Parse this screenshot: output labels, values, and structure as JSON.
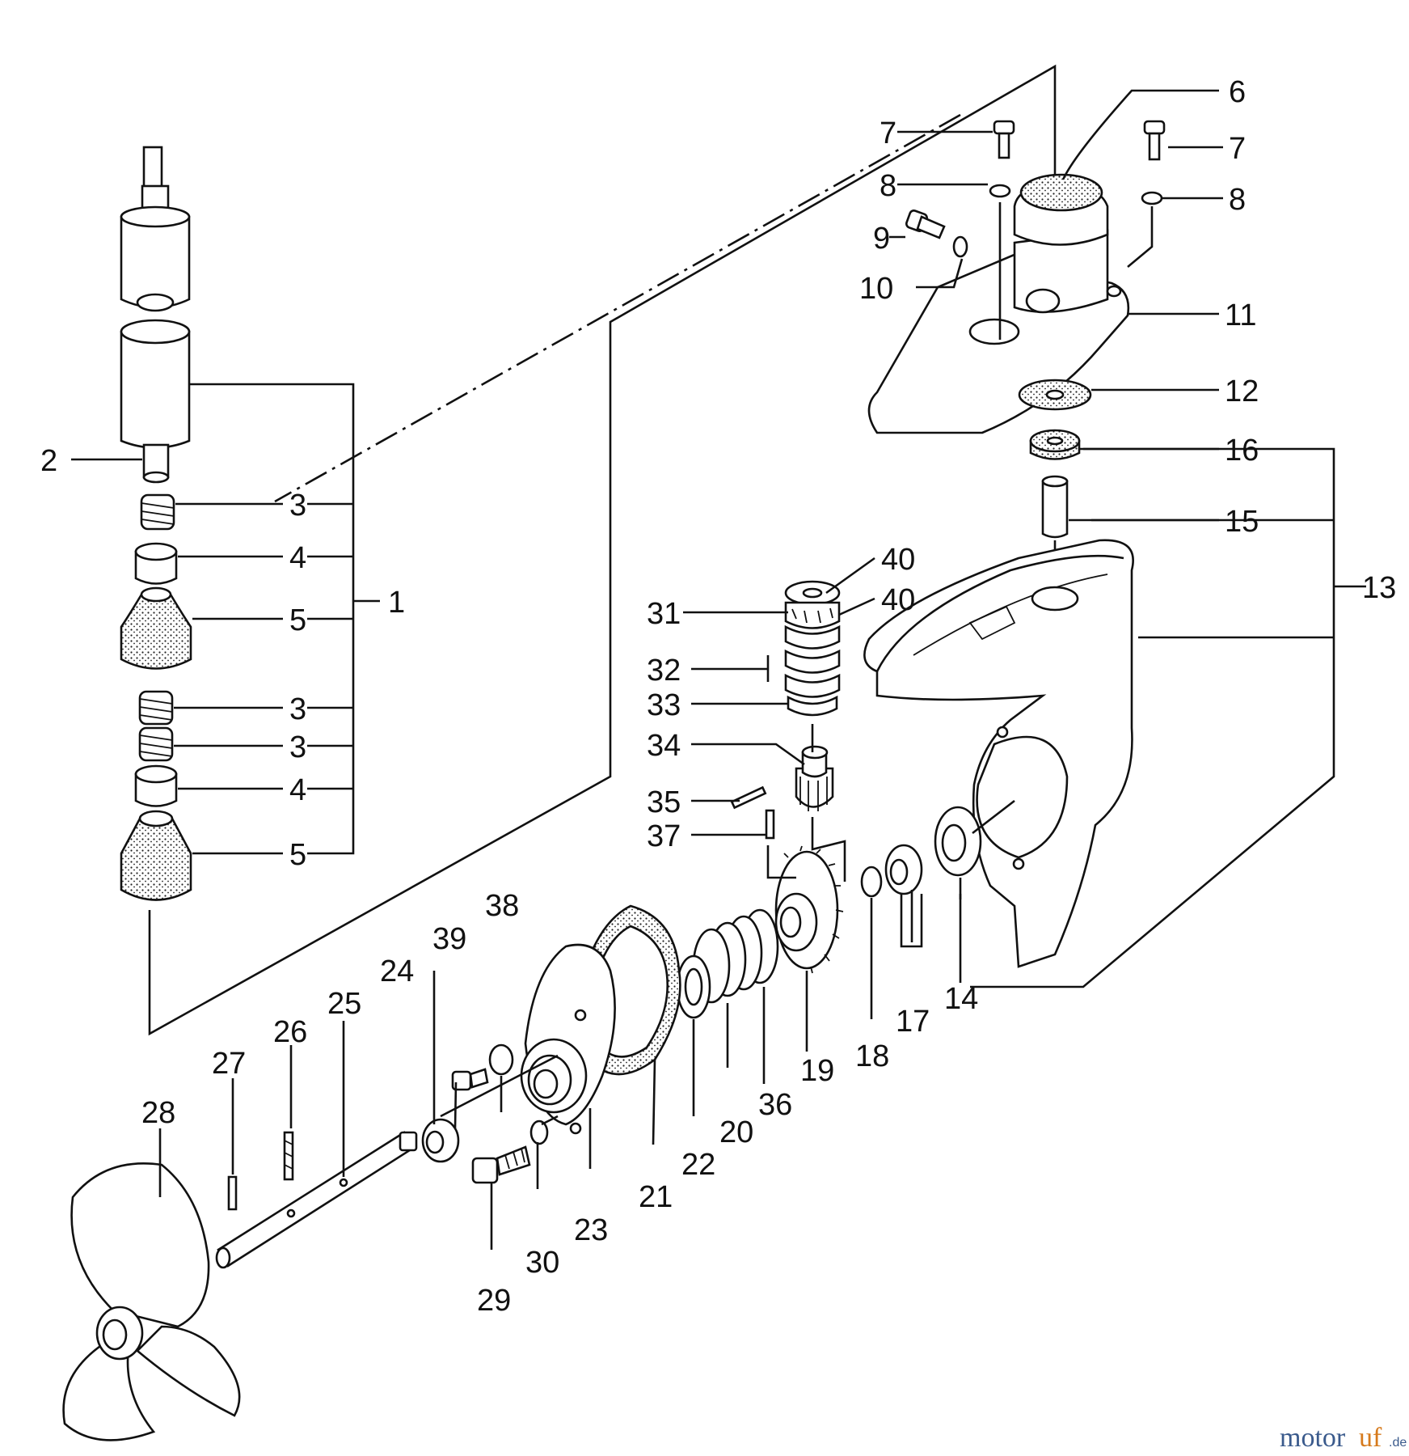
{
  "callouts": {
    "c1": "1",
    "c2": "2",
    "c3a": "3",
    "c3b": "3",
    "c3c": "3",
    "c4a": "4",
    "c4b": "4",
    "c5a": "5",
    "c5b": "5",
    "c6": "6",
    "c7a": "7",
    "c7b": "7",
    "c8a": "8",
    "c8b": "8",
    "c9": "9",
    "c10": "10",
    "c11": "11",
    "c12": "12",
    "c13": "13",
    "c14": "14",
    "c15": "15",
    "c16": "16",
    "c17": "17",
    "c18": "18",
    "c19": "19",
    "c20": "20",
    "c21": "21",
    "c22": "22",
    "c23": "23",
    "c24": "24",
    "c25": "25",
    "c26": "26",
    "c27": "27",
    "c28": "28",
    "c29": "29",
    "c30": "30",
    "c31": "31",
    "c32": "32",
    "c33": "33",
    "c34": "34",
    "c35": "35",
    "c36": "36",
    "c37": "37",
    "c38": "38",
    "c39": "39",
    "c40a": "40",
    "c40b": "40"
  },
  "watermark": {
    "brand": "motoruf",
    "brand_a": "motor",
    "brand_b": "uf",
    "tld": ".de"
  }
}
